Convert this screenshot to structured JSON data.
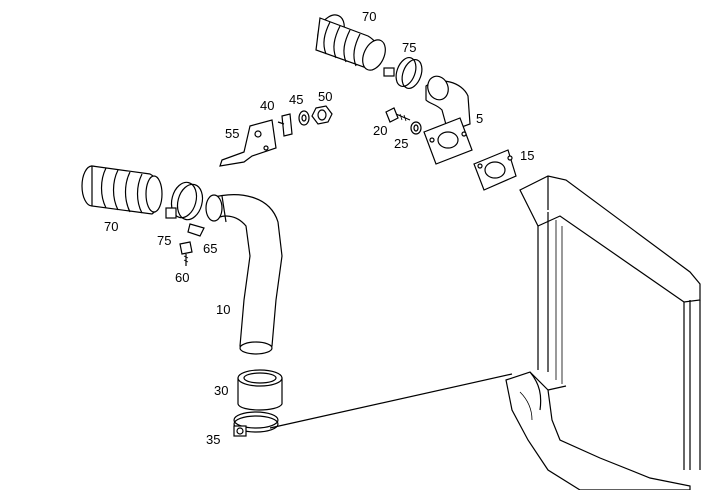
{
  "labels": {
    "hose_top": "70",
    "clamp_top": "75",
    "bracket_screw": "40",
    "washer": "45",
    "nut": "50",
    "bracket": "55",
    "bolt_top": "20",
    "seal_ring": "25",
    "elbow": "5",
    "gasket": "15",
    "hose_left": "70",
    "clamp_left": "75",
    "clip": "65",
    "bolt_left": "60",
    "charge_pipe": "10",
    "sleeve": "30",
    "clamp_bottom": "35"
  }
}
